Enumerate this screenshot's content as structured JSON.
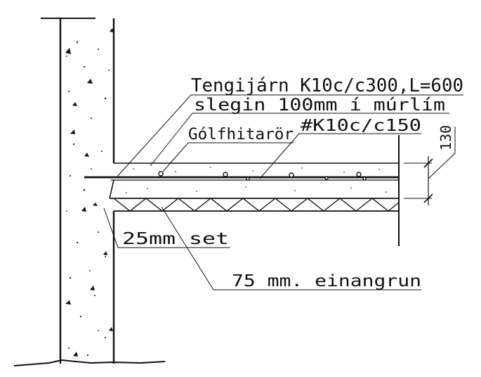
{
  "labels": {
    "anchor_bar": "Tengijárn K10c/c300,L=600",
    "screed": "slegin 100mm í múrlím",
    "heating_pipe": "Gólfhitarör",
    "mesh": "#K10c/c150",
    "dimension": "130",
    "joint": "25mm set",
    "insulation": "75 mm. einangrun"
  },
  "colors": {
    "ink": "#111111",
    "background": "#ffffff"
  }
}
